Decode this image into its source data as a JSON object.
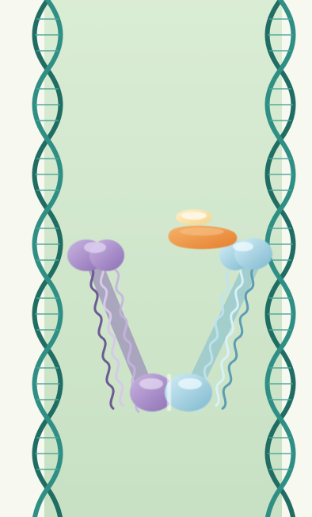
{
  "diagram": {
    "type": "illustration",
    "elements": [
      "dna-double-helix-left",
      "dna-double-helix-right",
      "purple-protein-arm",
      "blue-protein-arm",
      "orange-ligand-complex"
    ]
  },
  "colors": {
    "background": "#f7f8ef",
    "panel_gradient_top": "#d8ecd3",
    "panel_gradient_bottom": "#c6e0c2",
    "dna_dark": "#1f6d63",
    "dna_light": "#2f8f84",
    "purple_head": "#9c7ac2",
    "purple_head_light": "#c9b4e1",
    "purple_coil": "#7c64a6",
    "blue_head": "#8cc6db",
    "blue_head_light": "#c7e8f2",
    "blue_coil": "#5f9fb8",
    "orange": "#e98a35",
    "orange_light": "#f4c06d",
    "yellow": "#f8e2a2"
  },
  "icons": {
    "left_dna": "dna-helix-icon",
    "right_dna": "dna-helix-icon"
  }
}
